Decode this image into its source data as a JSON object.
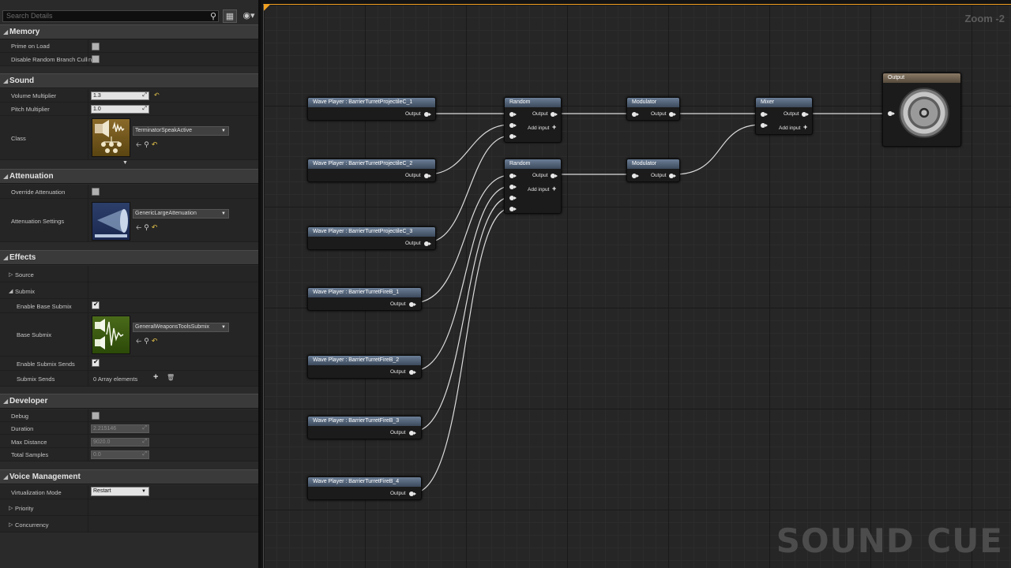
{
  "details": {
    "search_placeholder": "Search Details",
    "icons": {
      "search": "magnifier-icon",
      "grid": "grid-view-icon",
      "eye": "eye-icon"
    },
    "categories": {
      "memory": "Memory",
      "sound": "Sound",
      "attenuation": "Attenuation",
      "effects": "Effects",
      "developer": "Developer",
      "voice": "Voice Management"
    },
    "memory": {
      "prime_on_load": "Prime on Load",
      "disable_random": "Disable Random Branch Cullin"
    },
    "sound": {
      "volume_label": "Volume Multiplier",
      "volume_value": "1.3",
      "pitch_label": "Pitch Multiplier",
      "pitch_value": "1.0",
      "class_label": "Class",
      "class_value": "TerminatorSpeakActive"
    },
    "attenuation": {
      "override_label": "Override Attenuation",
      "settings_label": "Attenuation Settings",
      "settings_value": "GenericLargeAttenuation"
    },
    "effects": {
      "source": "Source",
      "submix": "Submix",
      "enable_base_label": "Enable Base Submix",
      "base_submix_label": "Base Submix",
      "base_submix_value": "GeneralWeaponsToolsSubmix",
      "enable_sends_label": "Enable Submix Sends",
      "sends_label": "Submix Sends",
      "sends_value": "0 Array elements"
    },
    "developer": {
      "debug_label": "Debug",
      "duration_label": "Duration",
      "duration_value": "2.215146",
      "max_distance_label": "Max Distance",
      "max_distance_value": "9020.0",
      "total_samples_label": "Total Samples",
      "total_samples_value": "0.0"
    },
    "voice": {
      "virtualization_label": "Virtualization Mode",
      "virtualization_value": "Restart",
      "priority": "Priority",
      "concurrency": "Concurrency"
    }
  },
  "graph": {
    "zoom": "Zoom -2",
    "watermark": "SOUND CUE",
    "output_pin": "Output",
    "add_input": "Add input",
    "nodes": {
      "wp1": "Wave Player : BarrierTurretProjectileC_1",
      "wp2": "Wave Player : BarrierTurretProjectileC_2",
      "wp3": "Wave Player : BarrierTurretProjectileC_3",
      "wp4": "Wave Player : BarrierTurretFireB_1",
      "wp5": "Wave Player : BarrierTurretFireB_2",
      "wp6": "Wave Player : BarrierTurretFireB_3",
      "wp7": "Wave Player : BarrierTurretFireB_4",
      "random1": "Random",
      "random2": "Random",
      "mod1": "Modulator",
      "mod2": "Modulator",
      "mixer": "Mixer",
      "output": "Output"
    }
  }
}
